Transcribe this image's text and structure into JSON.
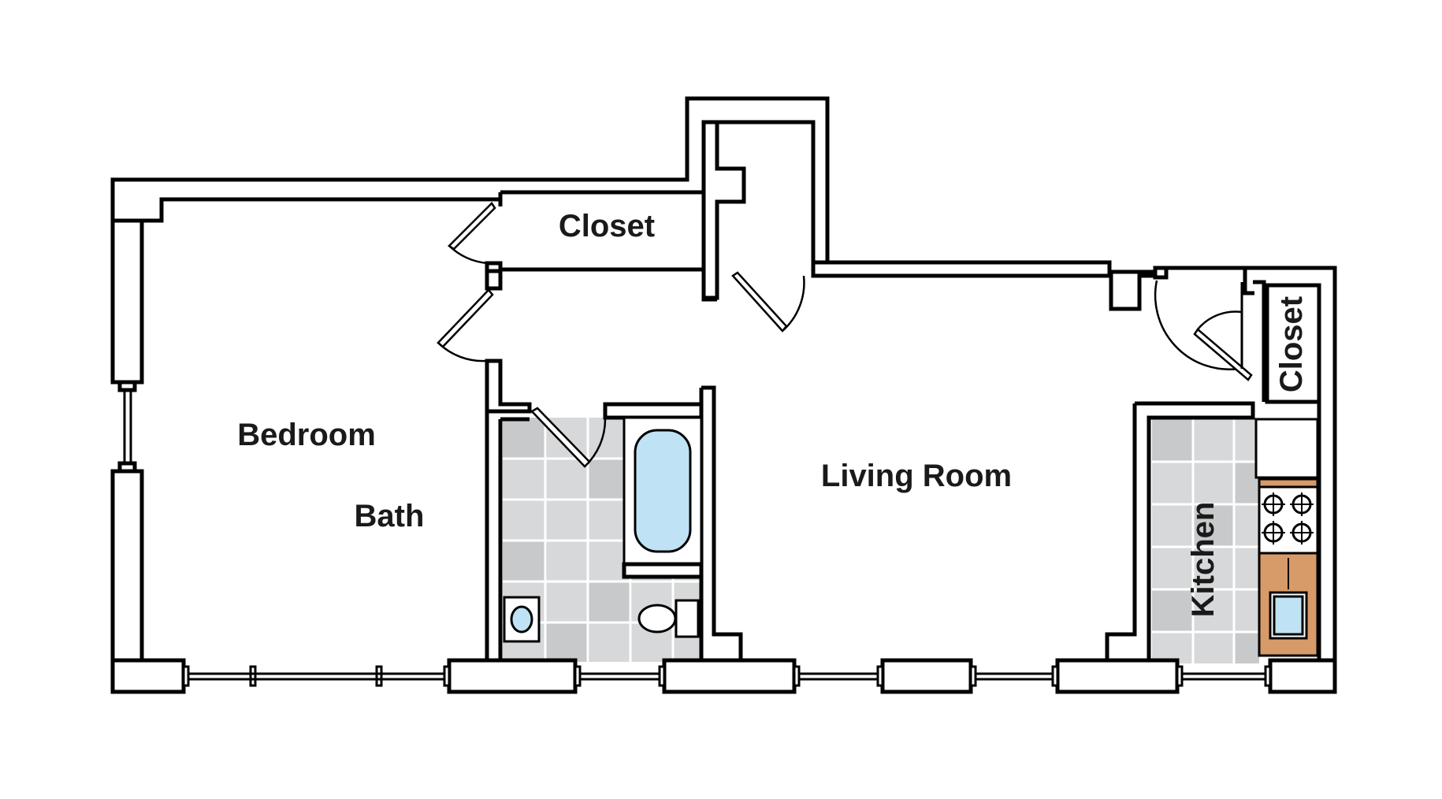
{
  "rooms": {
    "bedroom": "Bedroom",
    "bath": "Bath",
    "living_room": "Living Room",
    "closet_top": "Closet",
    "closet_right": "Closet",
    "kitchen": "Kitchen"
  },
  "colors": {
    "wall": "#000000",
    "tile_light": "#d7d8da",
    "tile_dark": "#c7c9cb",
    "water": "#bfe3f4",
    "counter": "#d79a69"
  }
}
